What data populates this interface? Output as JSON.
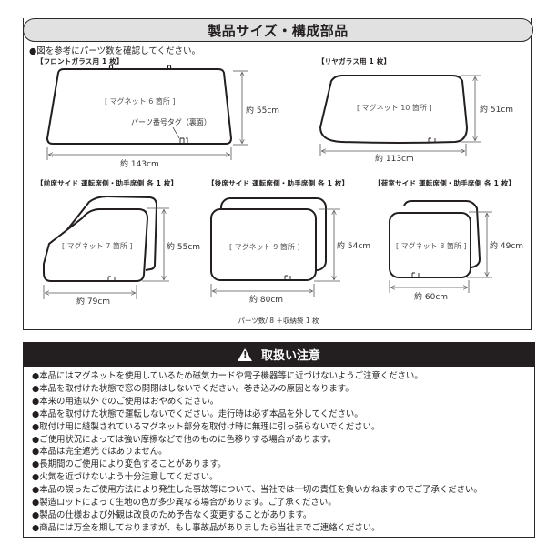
{
  "size_section": {
    "title": "製品サイズ・構成部品",
    "intro": "●図を参考にパーツ数を確認してください。",
    "parts": [
      {
        "title": "【フロントガラス用 1 枚】",
        "magnet_label": "[ マグネット 6 箇所 ]",
        "width": "約 143cm",
        "height": "約 55cm",
        "tag_note": "パーツ番号タグ（裏面）"
      },
      {
        "title": "【リヤガラス用 1 枚】",
        "magnet_label": "[ マグネット 10 箇所 ]",
        "width": "約 113cm",
        "height": "約 51cm"
      },
      {
        "title": "【前席サイド 運転席側・助手席側 各 1 枚】",
        "magnet_label": "[ マグネット 7 箇所 ]",
        "width": "約 79cm",
        "height": "約 55cm"
      },
      {
        "title": "【後席サイド 運転席側・助手席側 各 1 枚】",
        "magnet_label": "[ マグネット 9 箇所 ]",
        "width": "約 80cm",
        "height": "約 54cm"
      },
      {
        "title": "【荷室サイド 運転席側・助手席側 各 1 枚】",
        "magnet_label": "[ マグネット 8 箇所 ]",
        "width": "約 60cm",
        "height": "約 49cm"
      }
    ],
    "parts_count": "パーツ数/ 8 ＋収納袋 1 枚"
  },
  "caution_section": {
    "title": "取扱い注意",
    "icon": "warning-triangle-icon",
    "items": [
      "本品にはマグネットを使用しているため磁気カードや電子機器等に近づけないようご注意ください。",
      "本品を取付けた状態で窓の開閉はしないでください。巻き込みの原因となります。",
      "本来の用途以外でのご使用はおやめください。",
      "本品を取付けた状態で運転しないでください。走行時は必ず本品を外してください。",
      "取付け用に縫製されているマグネット部分を取付け時に無理に引っ張らないでください。",
      "ご使用状況によっては強い摩擦などで他のものに色移りする場合があります。",
      "本品は完全遮光ではありません。",
      "長期間のご使用により変色することがあります。",
      "火気を近づけないよう十分注意してください。",
      "本品の誤ったご使用方法により発生した事故等について、当社では一切の責任を負いかねますのでご了承ください。",
      "製造ロットによって生地の色が多少異なる場合があります。ご了承ください。",
      "製品の仕様および外観は改良のため予告なく変更することがあります。",
      "商品には万全を期しておりますが、もし事故品がありましたら当社までご連絡ください。"
    ]
  },
  "colors": {
    "header_fill": "#e1e1e1",
    "caution_header_fill": "#231f20",
    "line": "#2a2a2a"
  }
}
